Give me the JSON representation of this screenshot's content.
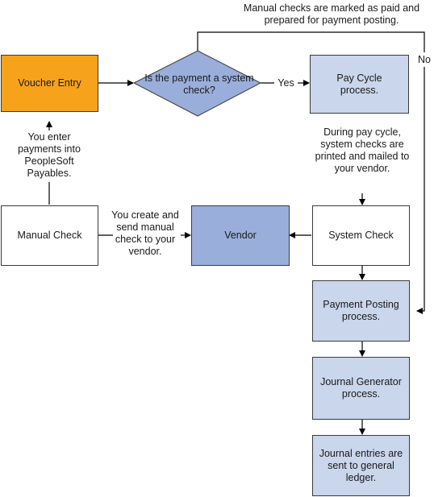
{
  "nodes": {
    "voucher_entry": "Voucher Entry",
    "decision": "Is the payment a system check?",
    "pay_cycle": "Pay Cycle process.",
    "manual_check": "Manual Check",
    "vendor": "Vendor",
    "system_check": "System Check",
    "payment_posting": "Payment Posting process.",
    "journal_generator": "Journal Generator process.",
    "journal_entries": "Journal entries are sent to general ledger."
  },
  "labels": {
    "manual_paid": "Manual checks are marked as paid and prepared for payment posting.",
    "yes": "Yes",
    "no": "No",
    "enter_payments": "You enter payments into PeopleSoft Payables.",
    "pay_cycle_note": "During pay cycle, system checks are printed and mailed to your vendor.",
    "create_send": "You create and send manual check to your vendor."
  },
  "colors": {
    "voucher_entry": "#f7a21b",
    "decision_and_vendor": "#9aaedb",
    "process_boxes": "#c9d6ec",
    "line": "#000000"
  }
}
